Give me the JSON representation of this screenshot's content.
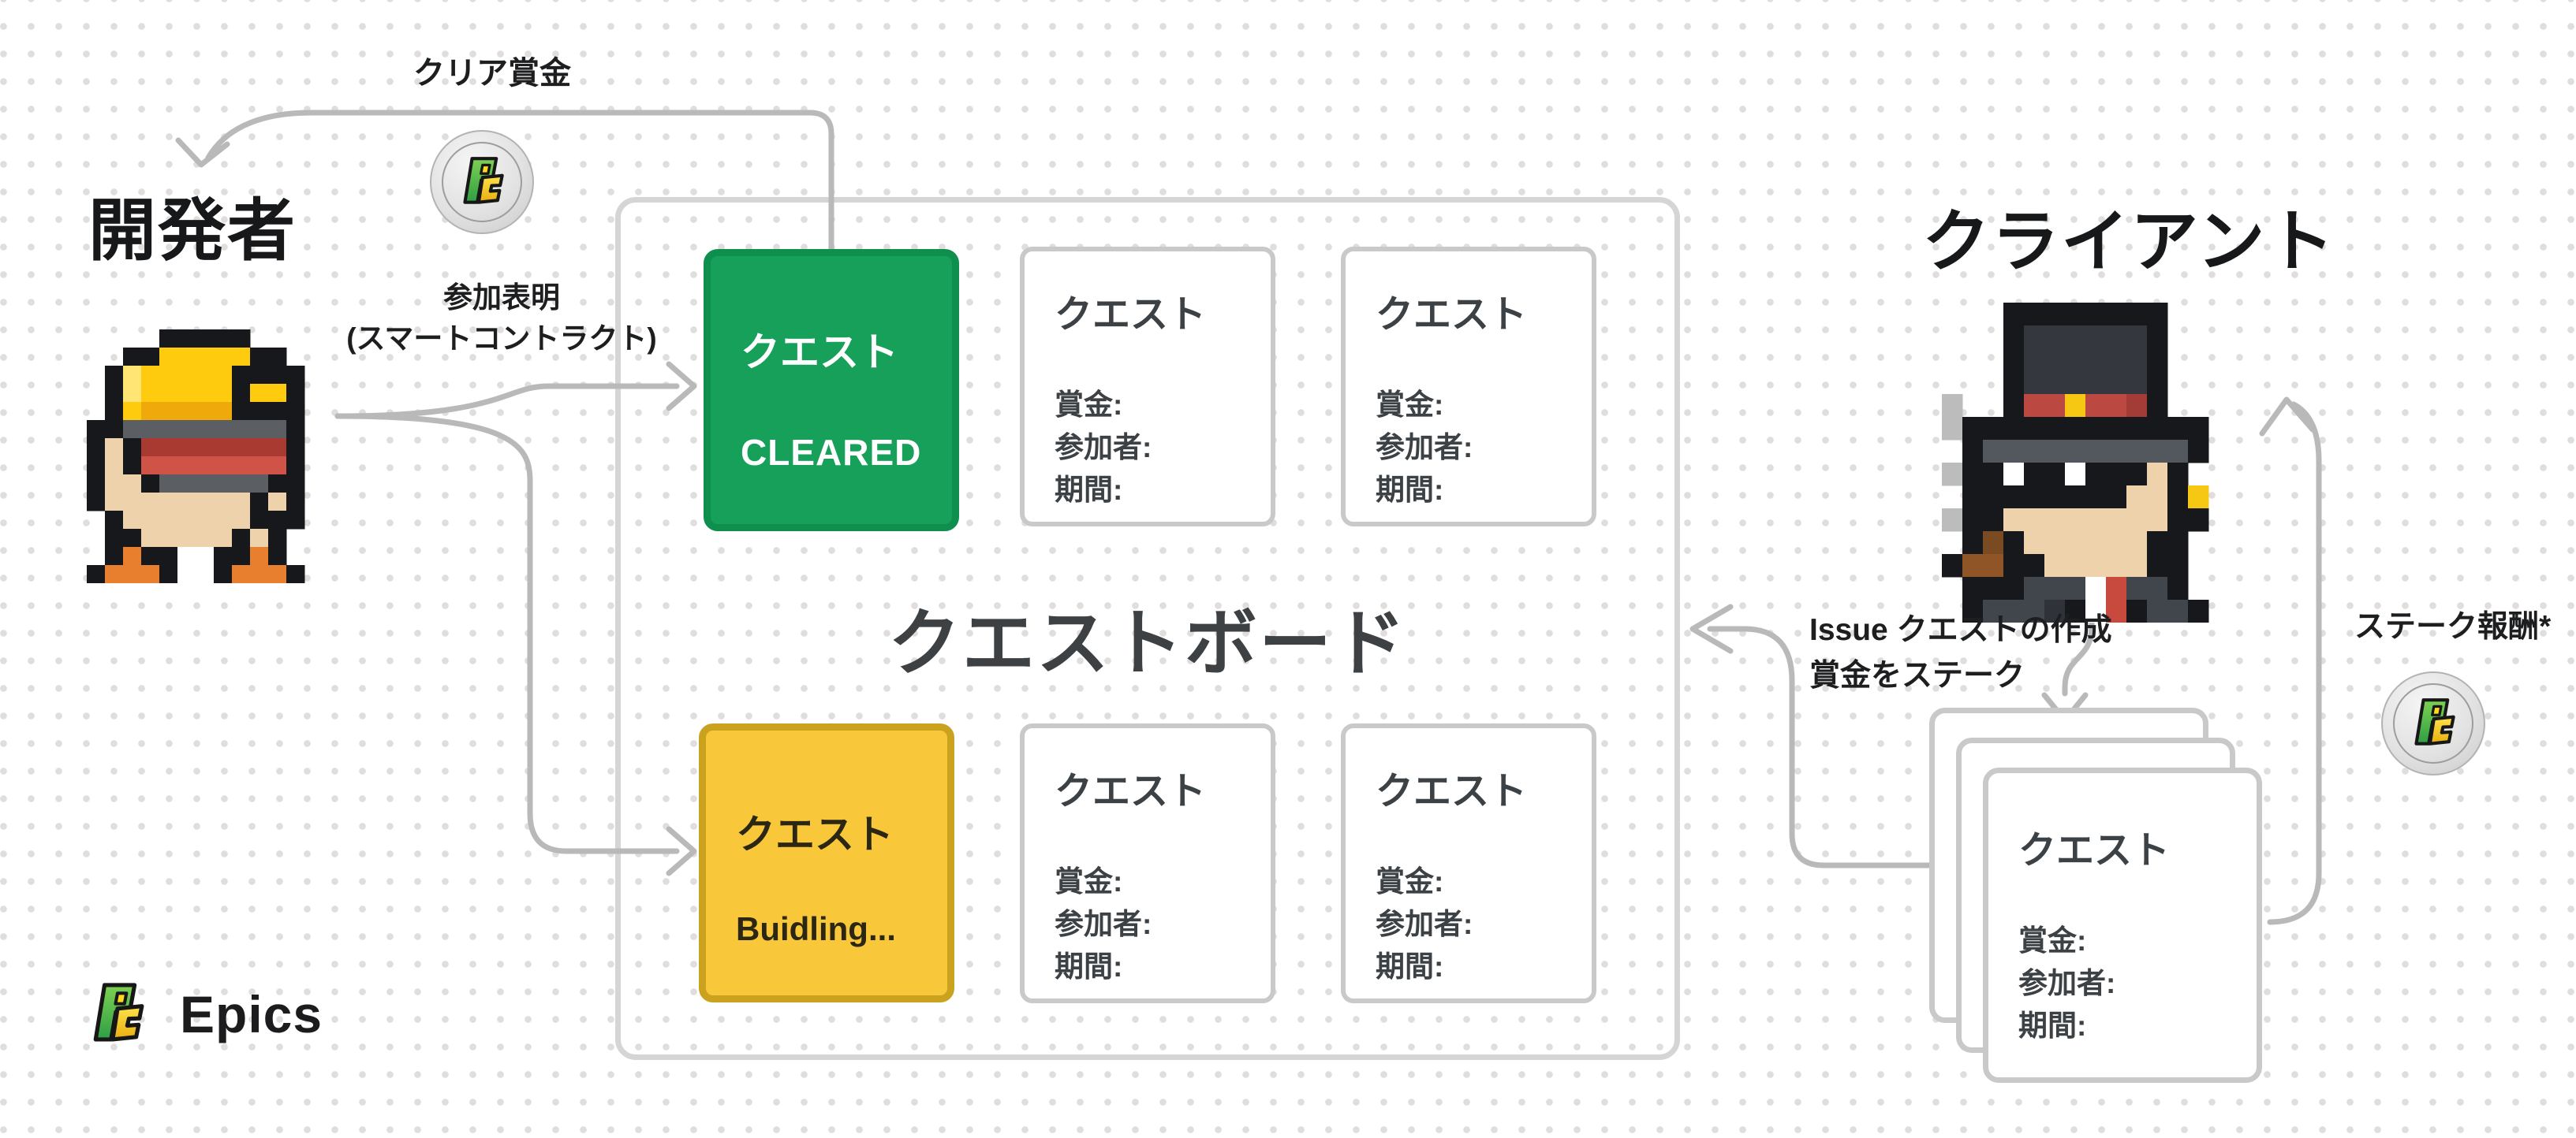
{
  "palette": {
    "cleared_green_fill": "#16a05a",
    "cleared_green_border": "#0f8f4e",
    "building_yellow_fill": "#f9c83a",
    "building_yellow_border": "#cba21d",
    "arrow_gray": "#b9b9b9",
    "card_border_gray": "#c9c9c9",
    "board_border_gray": "#d5d5d5",
    "logo_green": "#3fae4e",
    "logo_yellow": "#f6c713"
  },
  "developer": {
    "title": "開発者"
  },
  "client": {
    "title": "クライアント"
  },
  "labels": {
    "clear_reward": "クリア賞金",
    "participation_line1": "参加表明",
    "participation_line2": "(スマートコントラクト)",
    "issue_line1": "Issue クエストの作成",
    "issue_line2": "賞金をステーク",
    "stake_reward": "ステーク報酬*"
  },
  "board": {
    "title": "クエストボード",
    "cleared_card": {
      "title": "クエスト",
      "status": "CLEARED"
    },
    "building_card": {
      "title": "クエスト",
      "status": "Buidling..."
    }
  },
  "quest_card": {
    "title": "クエスト",
    "prize_label": "賞金:",
    "participants_label": "参加者:",
    "period_label": "期間:"
  },
  "brand": {
    "name": "Epics"
  }
}
